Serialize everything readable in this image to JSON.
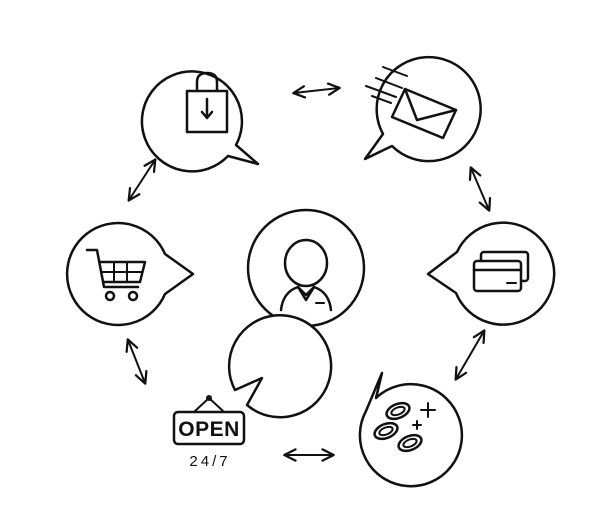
{
  "diagram": {
    "ink_color": "#111111",
    "background": "#ffffff",
    "center": {
      "icon": "person-icon"
    },
    "nodes": [
      {
        "id": "shopping-bag",
        "icon": "shopping-bag-icon"
      },
      {
        "id": "email",
        "icon": "envelope-icon"
      },
      {
        "id": "payment",
        "icon": "credit-card-icon"
      },
      {
        "id": "coins",
        "icon": "coins-icon"
      },
      {
        "id": "open-sign",
        "icon": "open-sign-icon",
        "sign_text": "OPEN",
        "sign_sub": "24/7"
      },
      {
        "id": "cart",
        "icon": "shopping-cart-icon"
      }
    ],
    "connectors": "double-arrow"
  }
}
